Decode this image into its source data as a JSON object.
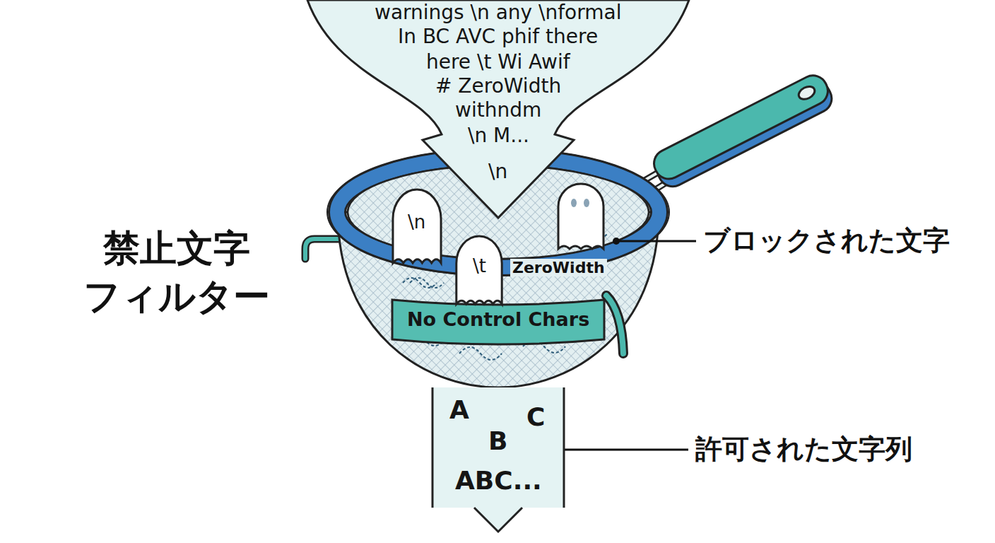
{
  "diagram": {
    "title": "禁止文字 フィルター",
    "nodes": [
      {
        "text": [
          "warnings \\n any \\nformal",
          "In BC  AVC phif there",
          "here \\t  Wi Awif",
          "# ZeroWidth",
          "withndm",
          "\\n  M...",
          "\\n"
        ]
      },
      {
        "text": [
          "No Control Chars"
        ]
      },
      {
        "text": [
          "\\n"
        ]
      },
      {
        "text": [
          "\\t"
        ]
      },
      {
        "text": [
          "A",
          "C",
          "B",
          "ABC..."
        ]
      }
    ],
    "labels": [
      "ZeroWidth",
      "ブロックされた文字",
      "許可された文字列"
    ]
  }
}
